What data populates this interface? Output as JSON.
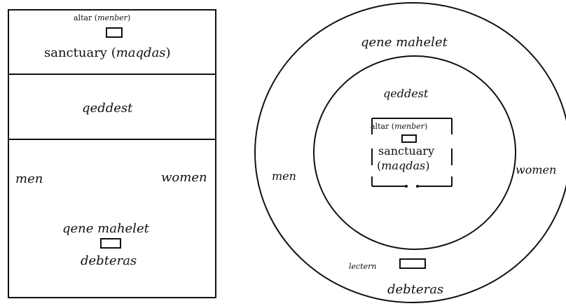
{
  "rect_plan": {
    "altar_label": "altar (",
    "altar_term": "menber",
    "altar_close": ")",
    "sanctuary_label": "sanctuary (",
    "sanctuary_term": "maqdas",
    "sanctuary_close": ")",
    "qeddest": "qeddest",
    "men": "men",
    "women": "women",
    "qene_mahelet": "qene mahelet",
    "debteras": "debteras"
  },
  "circle_plan": {
    "qene_mahelet": "qene mahelet",
    "qeddest": "qeddest",
    "altar_label": "altar (",
    "altar_term": "menber",
    "altar_close": ")",
    "sanctuary_label": "sanctuary",
    "sanctuary_term_open": "(",
    "sanctuary_term": "maqdas",
    "sanctuary_term_close": ")",
    "men": "men",
    "women": "women",
    "lectern": "lectern",
    "debteras": "debteras"
  }
}
